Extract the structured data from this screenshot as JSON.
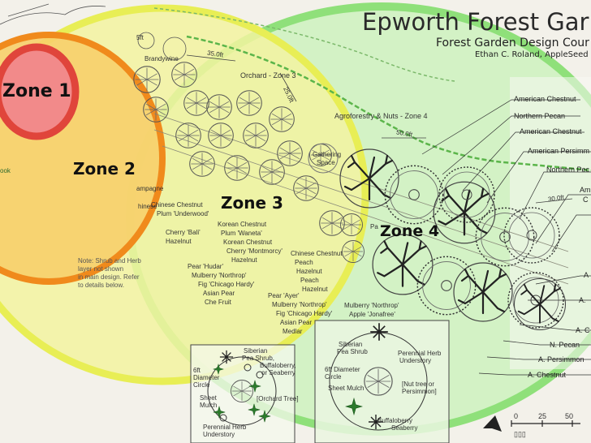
{
  "title": "Epworth Forest Gar",
  "subtitle": "Forest Garden Design Cour",
  "author": "Ethan C. Roland, AppleSeed P",
  "zones": {
    "zone1": "Zone 1",
    "zone2": "Zone 2",
    "zone3": "Zone 3",
    "zone4": "Zone 4"
  },
  "section_labels": {
    "orchard": "Orchard - Zone 3",
    "agroforestry": "Agroforestry & Nuts - Zone 4",
    "gathering": [
      "Gathering",
      "Space"
    ]
  },
  "dimensions": {
    "d1": "35.0ft",
    "d2": "25.0ft",
    "d3": "50.0ft",
    "d4": "30.0ft"
  },
  "top_left": {
    "a": "Brandywine",
    "b": "5ft"
  },
  "zone2_partial": {
    "ook": "ook",
    "ampagne": "ampagne",
    "hinese": "hinese"
  },
  "zone2_plants": [
    "Chinese Chestnut",
    "Plum 'Underwood'",
    "Cherry 'Bali'",
    "Hazelnut",
    "Pear 'Hudar'",
    "Mulberry 'Northrop'",
    "Fig 'Chicago Hardy'",
    "Asian Pear",
    "Che Fruit"
  ],
  "zone3_plants": [
    "Korean Chestnut",
    "Plum 'Waneta'",
    "Korean Chestnut",
    "Cherry 'Montmorcy'",
    "Hazelnut",
    "Pear 'Ayer'",
    "Mulberry 'Northrop'",
    "Fig 'Chicago Hardy'",
    "Asian Pear",
    "Medlar"
  ],
  "zone4_plants": [
    "Chinese Chestnut",
    "Peach",
    "Hazelnut",
    "Peach",
    "Hazelnut",
    "Mulberry 'Northrop'",
    "Apple 'Jonafree'",
    "Pa"
  ],
  "note_lines": [
    "Note: Shrub and Herb",
    "layer not shown",
    "in main design. Refer",
    "to details below."
  ],
  "guild_small": {
    "siberian": [
      "Siberian",
      "Pea Shrub,"
    ],
    "buffalo": [
      "Buffaloberry,",
      "or Seaberry"
    ],
    "diameter": [
      "6ft",
      "Diameter",
      "Circle"
    ],
    "sheet": [
      "Sheet",
      "Mulch"
    ],
    "orchard_tree": "[Orchard Tree]",
    "perennial": [
      "Perennial Herb",
      "Understory"
    ]
  },
  "guild_large": {
    "siberian": [
      "Siberian",
      "Pea Shrub"
    ],
    "perennial": [
      "Perennial Herb",
      "Understory"
    ],
    "diameter": [
      "6ft Diameter",
      "Circle"
    ],
    "sheet": "Sheet Mulch",
    "nut_tree": [
      "[Nut tree or",
      "Persimmon]"
    ],
    "buffalo": "Buffaloberry",
    "seaberry": "Seaberry"
  },
  "right_labels": [
    "American Chestnut",
    "Northern Pecan",
    "American Chestnut",
    "American Persimm",
    "Northern Pec",
    "Am",
    "C",
    "A",
    "A.",
    "A. C",
    "N. Pecan",
    "A. Persimmon",
    "A. Chestnut"
  ],
  "scale": {
    "t0": "0",
    "t25": "25",
    "t50": "50",
    "bottom": "▯▯▯"
  },
  "colors": {
    "zone1_fill": "#f28a8a",
    "zone1_ring": "#e0453b",
    "zone2_fill": "#f7cf6a",
    "zone2_ring": "#f08a1c",
    "zone3_fill": "#f2f3a0",
    "zone3_ring": "#e8ee55",
    "zone4_fill": "#c8f1b8",
    "zone4_ring": "#8fe07a",
    "hedge_green": "#5bb54a"
  }
}
